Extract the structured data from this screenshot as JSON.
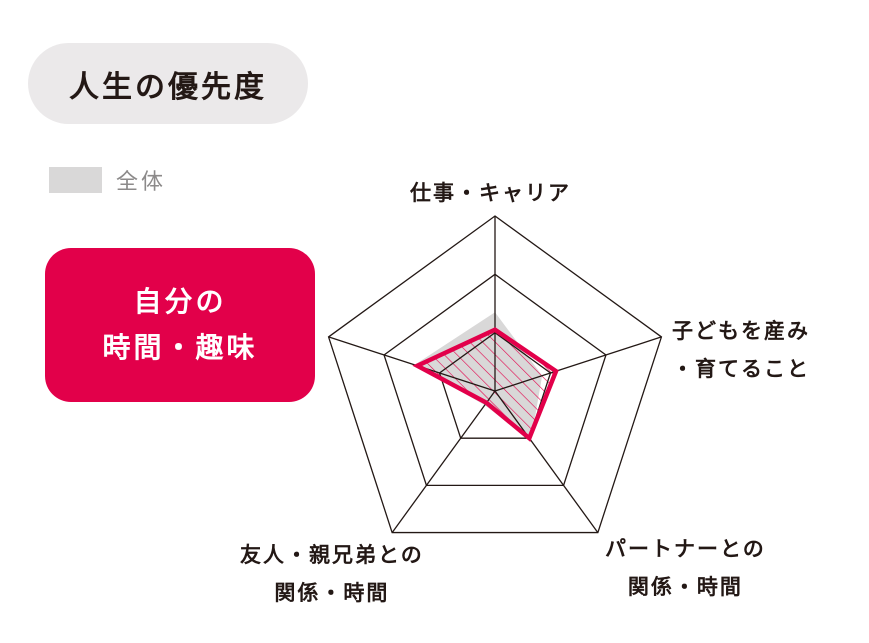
{
  "title": "人生の優先度",
  "legend": {
    "swatch_color": "#d9d8d8",
    "label": "全体"
  },
  "focus": {
    "line1": "自分の",
    "line2": "時間・趣味",
    "color": "#e2004a"
  },
  "axes": [
    {
      "line1": "仕事・キャリア",
      "line2": ""
    },
    {
      "line1": "子どもを産み",
      "line2": "・育てること"
    },
    {
      "line1": "パートナーとの",
      "line2": "関係・時間"
    },
    {
      "line1": "友人・親兄弟との",
      "line2": "関係・時間"
    },
    {
      "line1": "自分の時間・趣味",
      "line2": ""
    }
  ],
  "chart_data": {
    "type": "radar",
    "title": "人生の優先度",
    "categories": [
      "仕事・キャリア",
      "子どもを産み・育てること",
      "パートナーとの関係・時間",
      "友人・親兄弟との関係・時間",
      "自分の時間・趣味"
    ],
    "rings": 3,
    "range": [
      0,
      3
    ],
    "series": [
      {
        "name": "全体",
        "color": "#d9d8d8",
        "values": [
          1.35,
          0.85,
          1.05,
          0.3,
          1.45
        ]
      },
      {
        "name": "自分の時間・趣味",
        "color": "#e2004a",
        "fill": "hatched",
        "values": [
          1.05,
          1.1,
          1.0,
          0.25,
          1.4
        ]
      }
    ],
    "legend_position": "top-left"
  }
}
